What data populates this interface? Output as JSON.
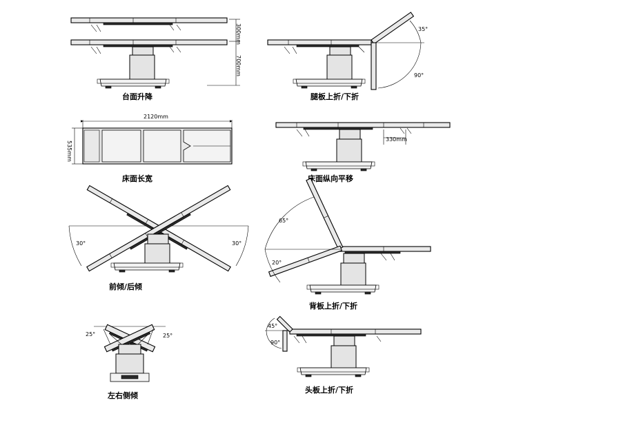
{
  "figures": {
    "lift": {
      "caption": "台面升降",
      "dim_top": "300mm",
      "dim_bottom": "700mm"
    },
    "leg": {
      "caption": "腿板上折/下折",
      "angle_up": "35°",
      "angle_down": "90°"
    },
    "size": {
      "caption": "床面长宽",
      "dim_length": "2120mm",
      "dim_width": "535mm"
    },
    "slide": {
      "caption": "床面纵向平移",
      "dim_slide": "330mm"
    },
    "trend": {
      "caption": "前倾/后倾",
      "angle_left": "30°",
      "angle_right": "30°"
    },
    "back": {
      "caption": "背板上折/下折",
      "angle_up": "65°",
      "angle_down": "20°"
    },
    "lateral": {
      "caption": "左右侧倾",
      "angle_left": "25°",
      "angle_right": "25°"
    },
    "head": {
      "caption": "头板上折/下折",
      "angle_up": "45°",
      "angle_down": "90°"
    }
  }
}
